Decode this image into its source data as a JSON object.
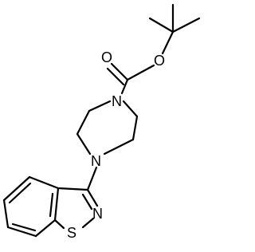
{
  "atoms": {
    "carbonyl_oxygen": "O",
    "ester_oxygen": "O",
    "piperazine_n_top": "N",
    "piperazine_n_bottom": "N",
    "isothiazole_n": "N",
    "isothiazole_s": "S"
  }
}
